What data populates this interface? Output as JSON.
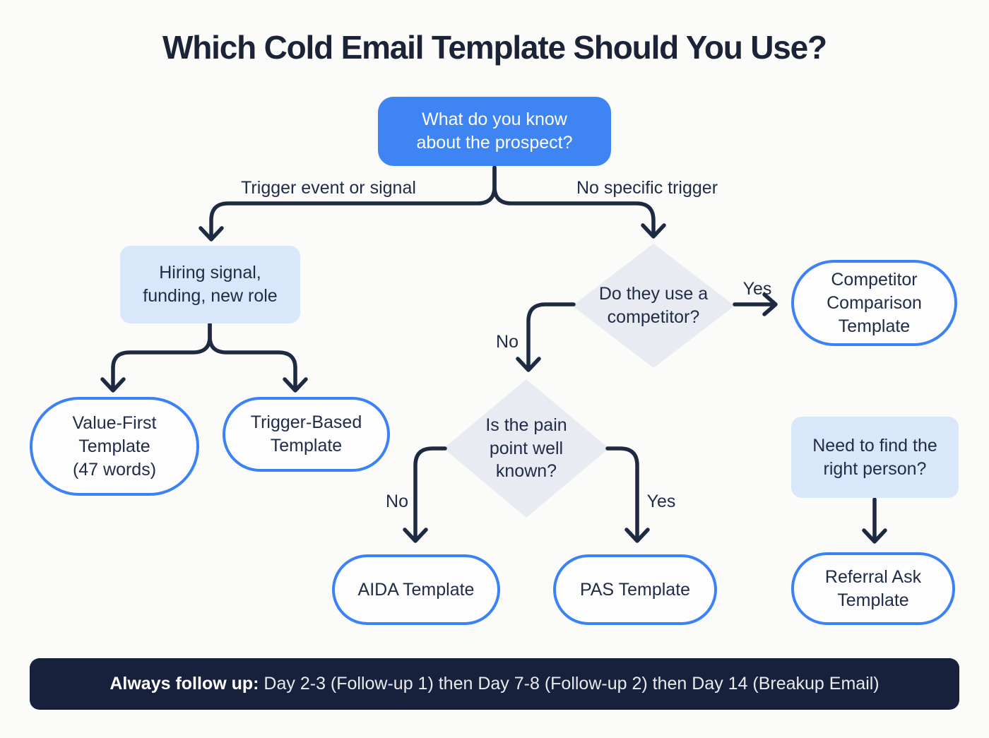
{
  "title": "Which Cold Email Template Should You Use?",
  "colors": {
    "accent_blue": "#3e84f2",
    "pill_border_blue": "#3b82f6",
    "soft_blue_fill": "#d9e7fa",
    "diamond_fill": "#e8ebf1",
    "connector_navy": "#1e2942",
    "footer_navy": "#18213c",
    "text_navy": "#212c49"
  },
  "nodes": {
    "root": {
      "label": "What do you know\nabout the prospect?"
    },
    "hiring": {
      "label": "Hiring signal,\nfunding, new role"
    },
    "value_first": {
      "label": "Value-First\nTemplate\n(47 words)"
    },
    "trigger_based": {
      "label": "Trigger-Based\nTemplate"
    },
    "competitor_question": {
      "label": "Do they use a\ncompetitor?"
    },
    "competitor_template": {
      "label": "Competitor\nComparison\nTemplate"
    },
    "pain_question": {
      "label": "Is the pain\npoint well\nknown?"
    },
    "aida": {
      "label": "AIDA Template"
    },
    "pas": {
      "label": "PAS Template"
    },
    "need_person": {
      "label": "Need to find the\nright person?"
    },
    "referral": {
      "label": "Referral Ask\nTemplate"
    }
  },
  "edge_labels": {
    "trigger_event": "Trigger event or signal",
    "no_trigger": "No specific trigger",
    "competitor_yes": "Yes",
    "competitor_no": "No",
    "pain_no": "No",
    "pain_yes": "Yes"
  },
  "footer": {
    "bold": "Always follow up:",
    "rest": " Day 2-3 (Follow-up 1) then Day 7-8 (Follow-up 2) then Day 14 (Breakup Email)"
  }
}
